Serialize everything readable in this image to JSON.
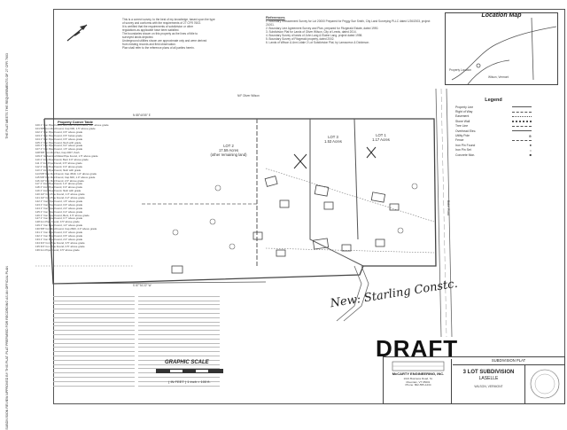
{
  "margin_texts": {
    "left_top": "THE PLAT MEETS THE REQUIREMENTS OF 27 CFR 7603",
    "left_bottom": "SUBDIVISION REVIEW APPROVED BY THIS PLAT. PLAT PREPARED FOR RECORDING AS AN OFFICIAL PLAN"
  },
  "notes": {
    "lines": [
      "This is a correct survey, to the best of my knowledge, based upon the type",
      "of survey and conforms with the requirements of 27 CFR 7603.",
      "It is certified that the requirements of subdivision or other",
      "regulations as applicable have been satisfied.",
      "The boundaries shown on this property as the lines of title to",
      "surveyed lands depicted.",
      "Underground utilities shown are approximate only and were derived",
      "from existing records and field observation.",
      "Plan shall refer to the reference plans of all parties herein."
    ]
  },
  "references": {
    "title": "References",
    "lines": [
      "1. Boundary Retracement Survey for Lot 20000 Prepared for Peggy Sue Smith, City Land Surveying PLLC dated 1/26/2003, project 21001.",
      "2. Boundary Line Agreement Survey and Plan, prepared for Fitzgerald Estate, dated 1990.",
      "3. Subdivision Plat for Lands of Oliver Wilson, City of Leeds, dated 2014.",
      "4. Boundary Survey of lands of John Lang & Elaine Lang, project dated 1998.",
      "5. Boundary Survey of Fitzgerald property, dated 2002.",
      "6. Lands of Wilson & Ann Lidale 2 Lot Subdivision Plat, by Lamoureux & Dickinson."
    ]
  },
  "location_map": {
    "title": "Location Map",
    "road_label": "Wilson, Vermont",
    "property_label": "Property Location"
  },
  "legend": {
    "title": "Legend",
    "rows": [
      "Property Line",
      "Right of Way",
      "Easement",
      "Stone Wall",
      "Tree Line",
      "Overhead Elec.",
      "Utility Pole",
      "Fence",
      "Iron Pin Found",
      "Iron Pin Set",
      "Concrete Mon."
    ]
  },
  "corner_table": {
    "title": "Property Corner Table",
    "rows": [
      "100  1\" Iron Pipe Found, with iron control block, 1/2\" above grade",
      "101  5/8\" Iron Rod Found, Cap 600, 1.5\" above grade",
      "102  1\" Iron Pipe Found, 0.5\" above grade",
      "103  1\" Iron Pipe Found, 0.5\" below grade",
      "104  1\" Iron Pipe Found, 0.5\" above grade",
      "105  1\" Iron Pipe Found, flush with grade",
      "106  1\" Iron Pipe Found, 6.0\" above grade",
      "107  1\" Iron Pipe Found, 1.5\" above grade",
      "108  5/8\" Iron Rod Set, Cap 2007, flush",
      "109  4\" Galvanized Metal Pipe Found, 1.5\" above grade",
      "110  1\" Iron Pipe Found, Bent 3.0\" above grade",
      "111  1\" Iron Pipe Found, 0.5\" above grade",
      "112  1\" Iron Pipe Found, 0.3\" above grade",
      "113  1\" Iron Pipe Found, flush with grade",
      "114  5/8\" Iron Rod Found, Cap 4540, 1.0\" above grade",
      "115  5/8\" Iron Rod Found, Cap 600, 1.0\" above grade",
      "116  1/2\" Iron Rod Found, 2.0\" above grade",
      "117  1\" Iron Pipe Found, 1.0\" above grade",
      "118  1\" Iron Pipe Found, 0.3\" above grade",
      "119  1\" Iron Pipe Found, flush with grade",
      "120  1/2\" Iron Pipe Found, 1.3\" above grade",
      "121  1/2\" Iron Pipe Found, 0.2\" above grade",
      "122  1\" Iron Pipe Found, 1.5\" above grade",
      "123  1\" Iron Pipe Found, 0.6\" above grade",
      "124  1\" Iron Pipe Found, 2.0\" above grade",
      "125  1\" Iron Pipe Found, 0.4\" above grade",
      "126  1\" Iron Pipe Found, Bent, 4.5\" above grade",
      "127  1\" Iron Pipe Found, 0.7\" above grade",
      "128  Iron Pipe Found, 0.5\" above grade",
      "129  1\" Iron Pipe Found, 1.0\" above grade",
      "130  5/8\" Iron Rod Found, Cap 2600, 4.0\" above grade",
      "131  1\" Iron Pipe Found, 0.3\" above grade",
      "132  1\" Iron Pipe Found, 0.5\" above grade",
      "133  1\" Iron Pipe Found, 2.0\" above grade",
      "134  3/4\" Iron Pipe Found, 3.5\" above grade",
      "135  3/4\" Iron Pipe Found, 0.5\" above grade",
      "136  Iron Pipe Found, 0.5\" above grade"
    ]
  },
  "lots": {
    "lot1": [
      "LOT 1",
      "1.17 Acres"
    ],
    "lot2": [
      "LOT 2",
      "17.59 Acres",
      "(other remaining land)"
    ],
    "lot3": [
      "LOT 3",
      "1.53 Acres"
    ]
  },
  "labels": {
    "prepared_for": "N/F Oliver Wilson",
    "north_line": "N 88°44'55\" E",
    "south_line": "S 87°51'22\" W",
    "road_name": "Baker Road"
  },
  "handwritten_note": "New: Starling Constc.",
  "draft_label": "DRAFT",
  "graphic_scale": {
    "title": "GRAPHIC SCALE",
    "label": "( IN FEET )  1 inch = 100 ft."
  },
  "title_block": {
    "header": "SUBDIVISION PLAT",
    "title": "3 LOT SUBDIVISION",
    "subtitle": "LASELLE",
    "detail": "WILSON, VERMONT",
    "firm_name": "McCARTY ENGINEERING, INC.",
    "firm_address": [
      "1021 Business Road, St.",
      "Mountain, VT 05001",
      "Phone: 802-555-1234"
    ]
  }
}
